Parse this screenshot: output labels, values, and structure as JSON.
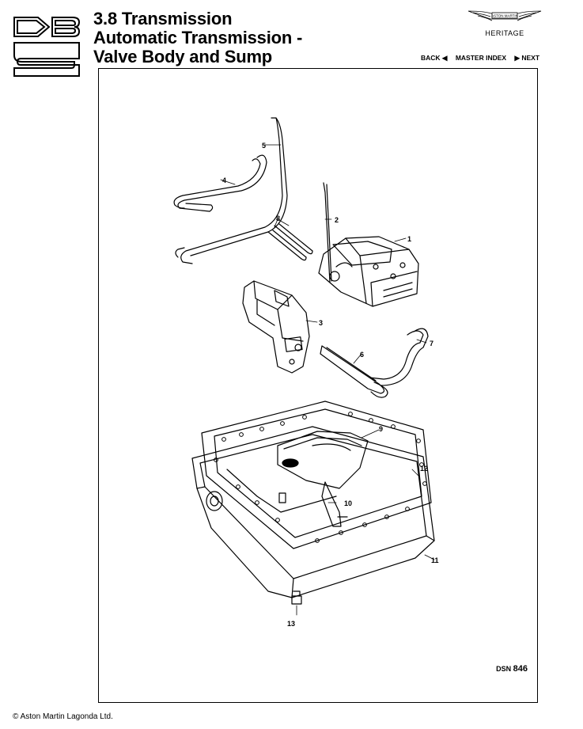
{
  "header": {
    "title_line1": "3.8 Transmission",
    "title_line2": "Automatic Transmission -",
    "title_line3": "Valve Body and Sump"
  },
  "brand": {
    "badge_text": "ASTON MARTIN",
    "heritage_label": "HERITAGE"
  },
  "nav": {
    "back_label": "BACK ◀",
    "master_index_label": "MASTER INDEX",
    "next_label": "▶ NEXT"
  },
  "diagram": {
    "callouts": [
      "1",
      "2",
      "3",
      "4",
      "5",
      "6",
      "7",
      "8",
      "9",
      "10",
      "11",
      "12",
      "13"
    ],
    "dsn_prefix": "DSN",
    "dsn_number": "846"
  },
  "footer": {
    "copyright": "© Aston Martin Lagonda Ltd."
  },
  "logo_name": "dbs-logo",
  "colors": {
    "ink": "#000000",
    "paper": "#ffffff"
  }
}
